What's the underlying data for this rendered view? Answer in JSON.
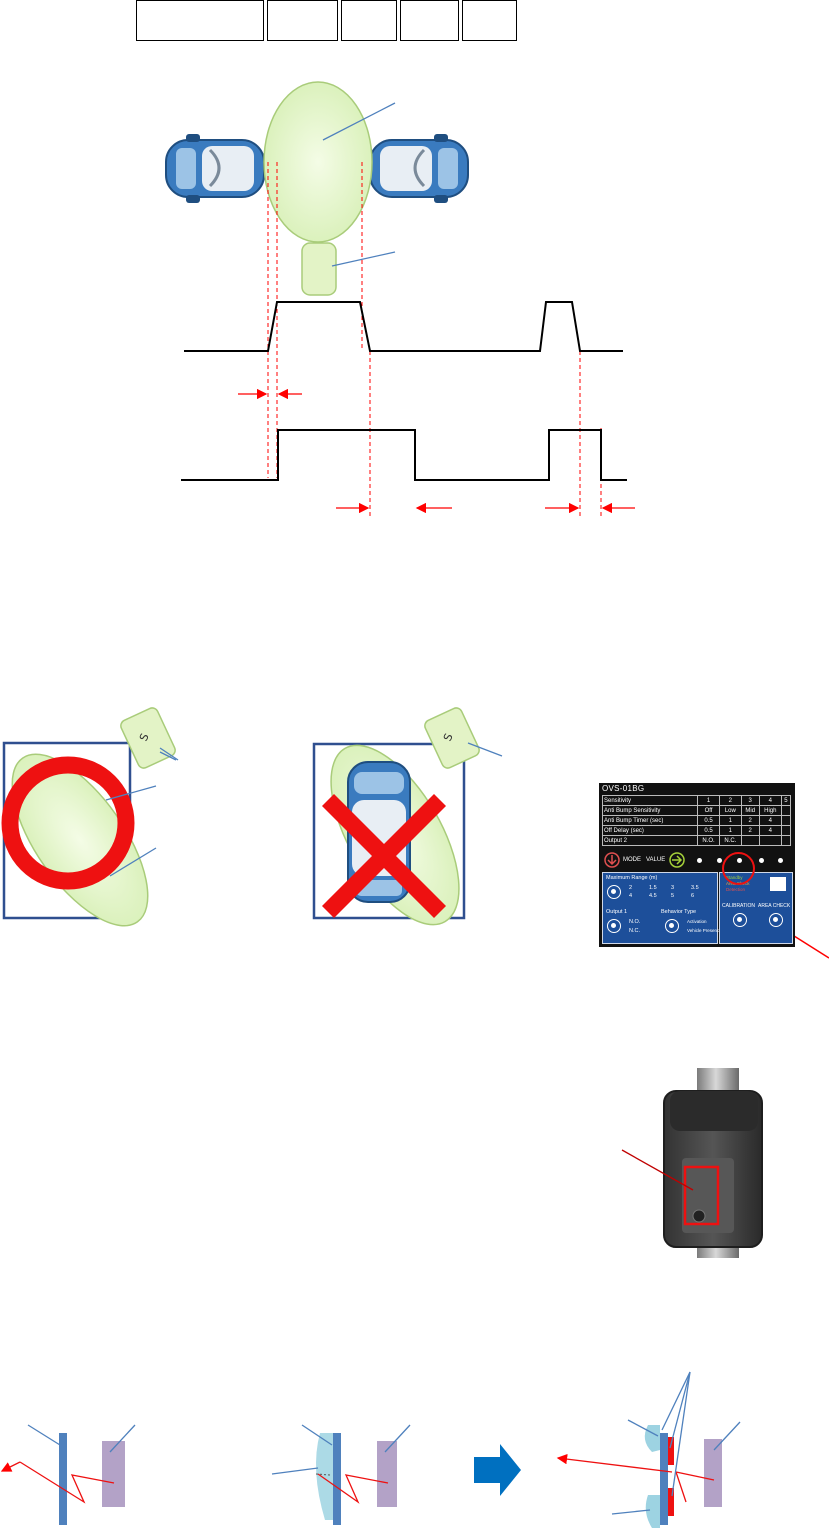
{
  "header_boxes": [
    "",
    "",
    "",
    "",
    ""
  ],
  "car_icon": "car-top-view",
  "sensor_icon": "sensor-head",
  "sensor_letter": "S",
  "panel": {
    "model": "OVS-01BG",
    "table_header": [
      "Sensitivity",
      "1",
      "2",
      "3",
      "4",
      "5"
    ],
    "rows": [
      [
        "Anti Bump Sensitivity",
        "Off",
        "Low",
        "Mid",
        "High",
        ""
      ],
      [
        "Anti Bump Timer (sec)",
        "0.5",
        "1",
        "2",
        "4",
        ""
      ],
      [
        "Off Delay (sec)",
        "0.5",
        "1",
        "2",
        "4",
        ""
      ],
      [
        "Output 2",
        "N.O.",
        "N.C.",
        "",
        "",
        ""
      ]
    ],
    "mode_label": "MODE",
    "value_label": "VALUE",
    "max_range_label": "Maximum Range (m)",
    "ranges": [
      "2",
      "1.5",
      "3",
      "3.5",
      "4",
      "4.5",
      "5",
      "6"
    ],
    "output_label": "Output 1",
    "output_options": [
      "N.O.",
      "N.C."
    ],
    "behavior_label": "Behavior Type",
    "behavior_options": [
      "Activation",
      "Vehicle Presence"
    ],
    "status_items": [
      "Standby",
      "Area Check",
      "Detection"
    ],
    "calibration_label": "CALIBRATION",
    "area_check_label": "AREA CHECK"
  },
  "colors": {
    "red": "#ff0000",
    "blue_line": "#4f81bd",
    "zone_fill": "#eaf8cf",
    "car_blue": "#3a7bbf",
    "panel_blue": "#1d4f9a",
    "arrow_blue": "#0070c0",
    "lens_purple": "#b3a2c7"
  }
}
